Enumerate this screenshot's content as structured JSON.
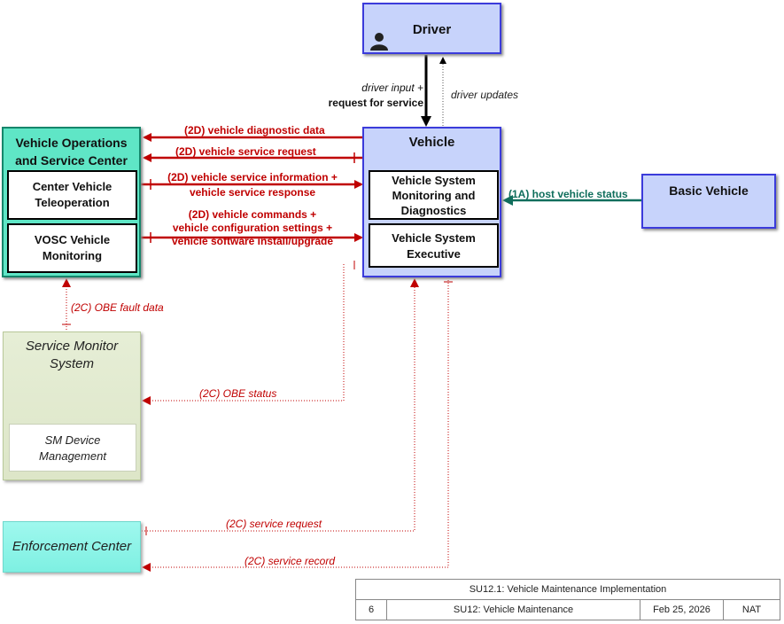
{
  "colors": {
    "blue_fill": "#c7d3fb",
    "blue_border": "#3b3bdb",
    "teal_fill": "#5fe6c6",
    "teal_border": "#15866b",
    "green_fill": "#e6eed6",
    "green_border": "#b9c99a",
    "cyan_fill": "#8ff5ea",
    "red_flow": "#c00000",
    "teal_flow": "#0f6e5c",
    "black_flow": "#000000"
  },
  "entities": {
    "driver": {
      "label": "Driver",
      "icon": "person-icon"
    },
    "vehicle": {
      "label": "Vehicle",
      "sub1": [
        "Vehicle System",
        "Monitoring and",
        "Diagnostics"
      ],
      "sub2": [
        "Vehicle System",
        "Executive"
      ]
    },
    "basic_vehicle": {
      "label": "Basic Vehicle"
    },
    "vosc": {
      "label": [
        "Vehicle Operations",
        "and Service Center"
      ],
      "sub1": [
        "Center Vehicle",
        "Teleoperation"
      ],
      "sub2": [
        "VOSC Vehicle",
        "Monitoring"
      ]
    },
    "service_monitor": {
      "label": [
        "Service Monitor",
        "System"
      ],
      "sub1": [
        "SM Device",
        "Management"
      ]
    },
    "enforcement": {
      "label": "Enforcement Center"
    }
  },
  "flows": {
    "driver_input": [
      "driver input +",
      "request for service"
    ],
    "driver_updates": "driver updates",
    "diag_data": "(2D) vehicle diagnostic data",
    "service_request_2d": "(2D) vehicle service request",
    "service_info": [
      "(2D) vehicle service information +",
      "vehicle service response"
    ],
    "commands": [
      "(2D) vehicle commands +",
      "vehicle configuration settings +",
      "vehicle software install/upgrade"
    ],
    "host_status": "(1A) host vehicle status",
    "obe_fault": "(2C) OBE fault data",
    "obe_status": "(2C) OBE status",
    "service_request_2c": "(2C) service request",
    "service_record": "(2C) service record"
  },
  "title_block": {
    "title": "SU12.1: Vehicle Maintenance Implementation",
    "number": "6",
    "subtitle": "SU12: Vehicle Maintenance",
    "date": "Feb 25, 2026",
    "org": "NAT"
  }
}
